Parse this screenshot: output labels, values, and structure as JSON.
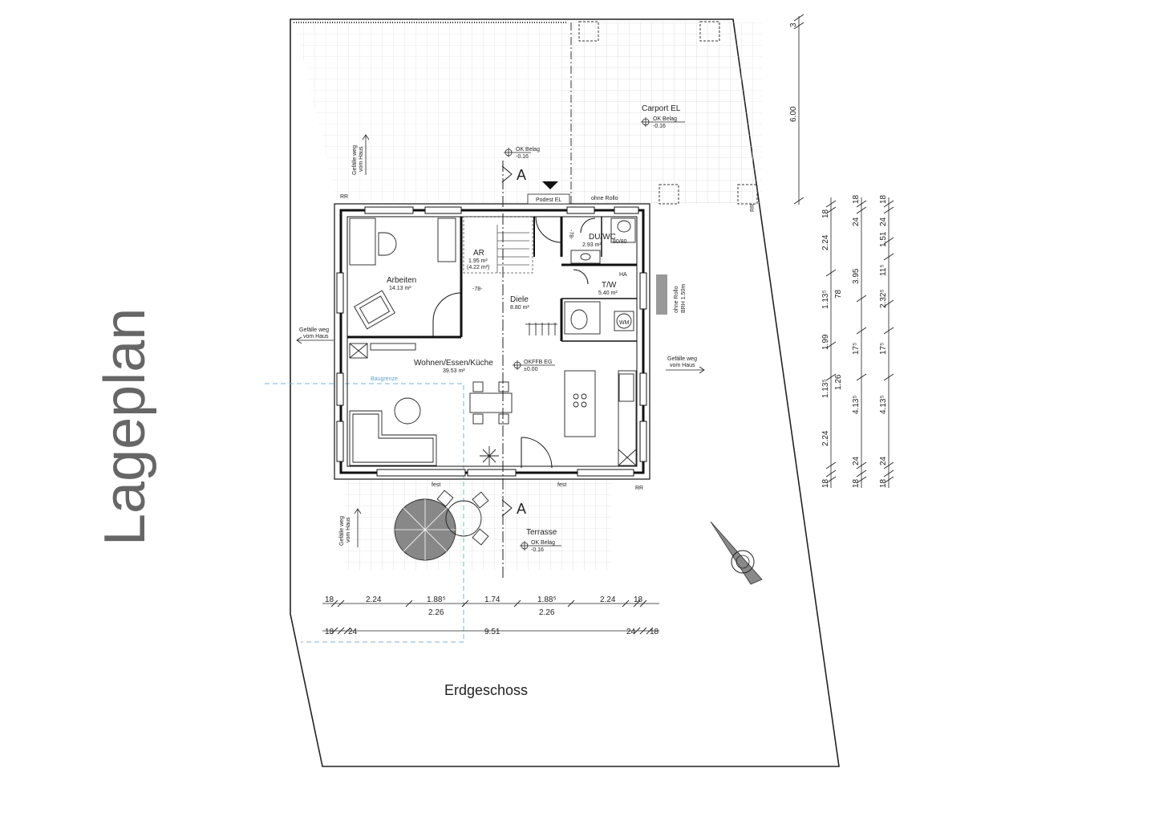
{
  "title": "Lageplan",
  "floor_label": "Erdgeschoss",
  "rooms": {
    "arbeiten": {
      "name": "Arbeiten",
      "area": "14.13 m²"
    },
    "ar": {
      "name": "AR",
      "area": "1.95 m²",
      "area2": "(4.22 m²)"
    },
    "du_wc": {
      "name": "DU/WC",
      "area": "2.93 m²"
    },
    "tw": {
      "name": "T/W",
      "area": "5.40 m²"
    },
    "diele": {
      "name": "Diele",
      "area": "8.80 m²"
    },
    "wohnen": {
      "name": "Wohnen/Essen/Küche",
      "area": "39.53 m²"
    },
    "carport": {
      "name": "Carport EL"
    },
    "terrasse": {
      "name": "Terrasse"
    }
  },
  "labels": {
    "ok_belag": "OK Belag",
    "level_minus": "-0.16",
    "okffb": "OKFFB EG",
    "level_zero": "±0.00",
    "podest": "Podest EL",
    "ohne_rollo": "ohne Rollo",
    "ohne_rollo_brh": "ohne Rollo",
    "brh": "BRH 1.50m",
    "gefaelle1": "Gefälle weg",
    "gefaelle2": "vom Haus",
    "baugrenze": "Baugrenze",
    "section": "A",
    "rr": "RR",
    "fest": "fest",
    "wm": "WM",
    "shower": "80/80",
    "stair_78": "-78-",
    "ha": "HA"
  },
  "dims_bottom_row1": [
    "18",
    "2.24",
    "1.88⁵",
    "1.74",
    "1.88⁵",
    "2.24",
    "18"
  ],
  "dims_bottom_row1b": [
    "2.26",
    "2.26"
  ],
  "dims_bottom_row2": [
    "18",
    "24",
    "9.51",
    "24",
    "18"
  ],
  "dims_right_col1": [
    "18",
    "2.24",
    "1.13⁵",
    "1.99",
    "1.13⁵",
    "2.24",
    "18"
  ],
  "dims_right_col1b": [
    "78",
    "1.26"
  ],
  "dims_right_col2": [
    "18",
    "24",
    "3.95",
    "17⁵",
    "4.13⁵",
    "24",
    "18"
  ],
  "dims_right_col3": [
    "18",
    "24",
    "1.51",
    "11⁵",
    "2.32⁵",
    "17⁵",
    "4.13⁵",
    "24",
    "18"
  ],
  "dims_carport": [
    "3",
    "6.00"
  ]
}
